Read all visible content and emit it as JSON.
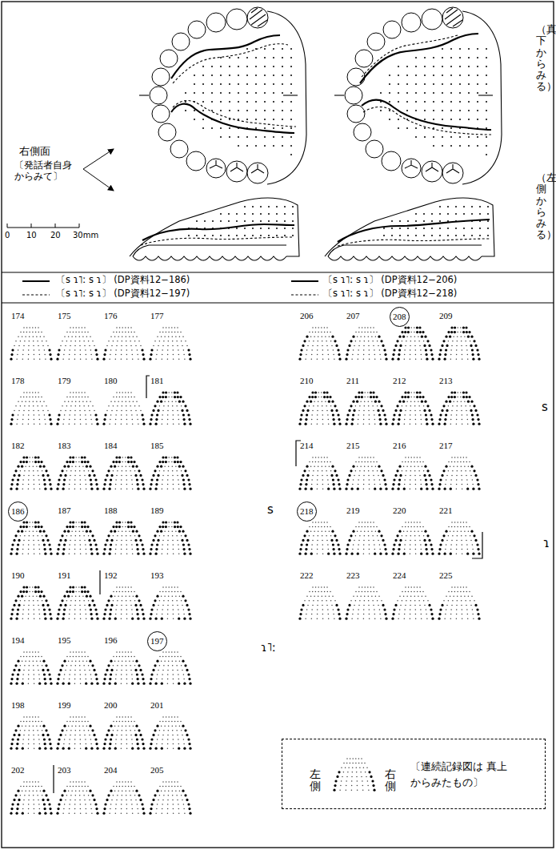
{
  "diagram": {
    "nodes": [
      {
        "text": [
          "186"
        ]
      },
      {
        "text": [
          "197"
        ]
      },
      {
        "text": [
          "208"
        ]
      },
      {
        "text": [
          "218"
        ]
      },
      {
        "text": [
          "左側",
          "右側",
          "〔連続記録図は 真上からみたもの〕"
        ]
      }
    ],
    "labels": [
      "右側面",
      "〔発話者自身 からみて〕",
      "（真下からみる）",
      "（左側からみる）",
      "0",
      "10",
      "20",
      "30mm",
      "174",
      "175",
      "176",
      "177",
      "178",
      "179",
      "180",
      "181",
      "182",
      "183",
      "184",
      "185",
      "187",
      "188",
      "189",
      "190",
      "191",
      "192",
      "193",
      "194",
      "195",
      "196",
      "198",
      "199",
      "200",
      "201",
      "202",
      "203",
      "204",
      "205",
      "206",
      "207",
      "209",
      "210",
      "211",
      "212",
      "213",
      "214",
      "215",
      "216",
      "217",
      "219",
      "220",
      "221",
      "222",
      "223",
      "224",
      "225",
      "s",
      "ɿ˥ː",
      "s",
      "ɿ"
    ],
    "legend": [
      {
        "text": "〔s ɿ˥ː s ɿ〕 (DP資料12−186)"
      },
      {
        "text": "〔s ɿ˥ː s ɿ〕 (DP資料12−197)"
      },
      {
        "text": "〔s ɿ˥ː s ɿ〕 (DP資料12−206)"
      },
      {
        "text": "〔s ɿ˥ː s ɿ〕 (DP資料12−218)"
      }
    ]
  }
}
